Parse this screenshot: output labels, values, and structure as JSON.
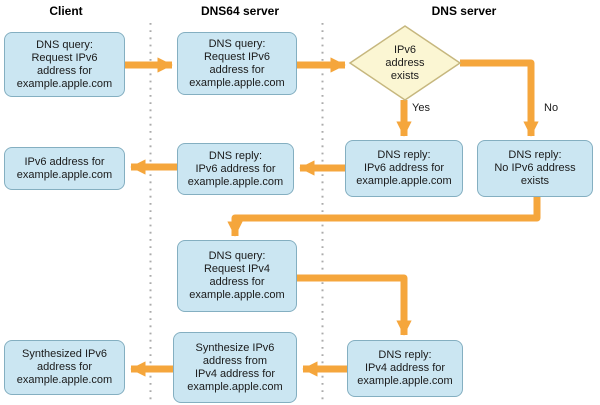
{
  "headers": {
    "client": "Client",
    "dns64": "DNS64 server",
    "dns": "DNS server"
  },
  "nodes": {
    "client_query_ipv6": "DNS query:\nRequest IPv6\naddress for\nexample.apple.com",
    "dns64_query_ipv6": "DNS query:\nRequest IPv6\naddress for\nexample.apple.com",
    "decision_ipv6_exists": "IPv6\naddress\nexists",
    "dns_reply_ipv6": "DNS reply:\nIPv6 address for\nexample.apple.com",
    "dns_reply_no_ipv6": "DNS reply:\nNo IPv6 address\nexists",
    "dns64_reply_ipv6": "DNS reply:\nIPv6 address for\nexample.apple.com",
    "client_ipv6_address": "IPv6 address for\nexample.apple.com",
    "dns64_query_ipv4": "DNS query:\nRequest IPv4\naddress for\nexample.apple.com",
    "dns_reply_ipv4": "DNS reply:\nIPv4 address for\nexample.apple.com",
    "dns64_synthesize": "Synthesize IPv6\naddress from\nIPv4 address for\nexample.apple.com",
    "client_synthesized": "Synthesized IPv6\naddress for\nexample.apple.com"
  },
  "branch_labels": {
    "yes": "Yes",
    "no": "No"
  },
  "colors": {
    "background": "#FFFFFF",
    "box_fill": "#CBE6F2",
    "box_border": "#84AFC1",
    "diamond_fill": "#FBF6D3",
    "diamond_border": "#C6B77E",
    "arrow": "#F5A63C",
    "divider": "#ABABAB",
    "text": "#1A1A1A"
  }
}
